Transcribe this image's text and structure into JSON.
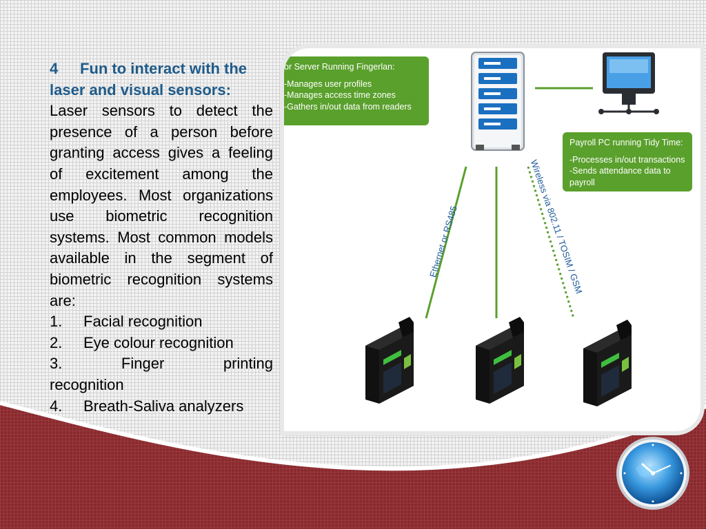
{
  "slide": {
    "heading_number": "4",
    "heading_text": "Fun to interact with the laser and visual sensors:",
    "body": "Laser sensors to detect the presence of a person before granting access gives a feeling of excitement among the employees. Most organizations use biometric recognition systems. Most common models available in the segment of biometric recognition systems are:",
    "list": [
      {
        "num": "1.",
        "text": "Facial recognition"
      },
      {
        "num": "2.",
        "text": "Eye colour recognition"
      },
      {
        "num": "3.",
        "word1": "Finger",
        "word2": "printing",
        "word3": "recognition"
      },
      {
        "num": "4.",
        "text": "Breath-Saliva analyzers"
      }
    ]
  },
  "figure": {
    "server_box": {
      "title": "or Server Running Fingerlan:",
      "lines": [
        "-Manages user profiles",
        "-Manages access time zones",
        "-Gathers in/out data from readers"
      ]
    },
    "payroll_box": {
      "title": "Payroll PC running Tidy Time:",
      "lines": [
        "-Processes in/out transactions",
        "-Sends attendance data to payroll"
      ]
    },
    "ethernet_label": "Ethernet or RS485",
    "wireless_label": "Wireless via 802.11 / TOSIM / GSM"
  },
  "colors": {
    "heading": "#1f5b8a",
    "green_box": "#5aa02c",
    "label_blue": "#1f5b9a",
    "maroon": "#8e2b2f"
  }
}
